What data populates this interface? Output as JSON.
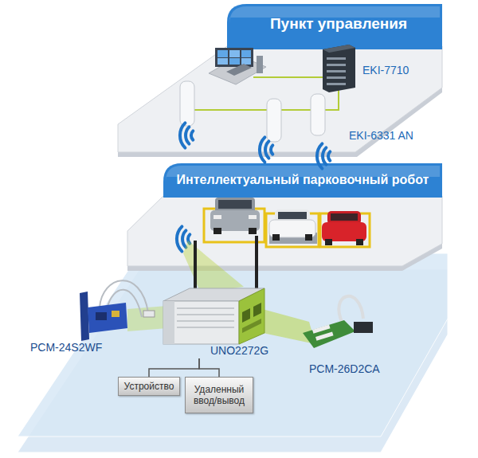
{
  "diagram": {
    "nodes": [
      {
        "text": [
          "Пункт управления"
        ]
      },
      {
        "text": [
          "Интеллектуальный парковочный робот"
        ]
      },
      {
        "text": [
          "UNO2272G"
        ],
        "in": 1
      },
      {
        "text": [
          "Устройство"
        ],
        "in": 1
      },
      {
        "text": [
          "Удаленный ввод/вывод"
        ],
        "in": 1
      }
    ],
    "edges": [
      {
        "from": 2,
        "to": 3,
        "arrow": "none"
      },
      {
        "from": 2,
        "to": 4,
        "arrow": "none"
      }
    ],
    "labels": [
      "EKI-7710",
      "EKI-6331 AN",
      "PCM-24S2WF",
      "PCM-26D2CA"
    ]
  }
}
